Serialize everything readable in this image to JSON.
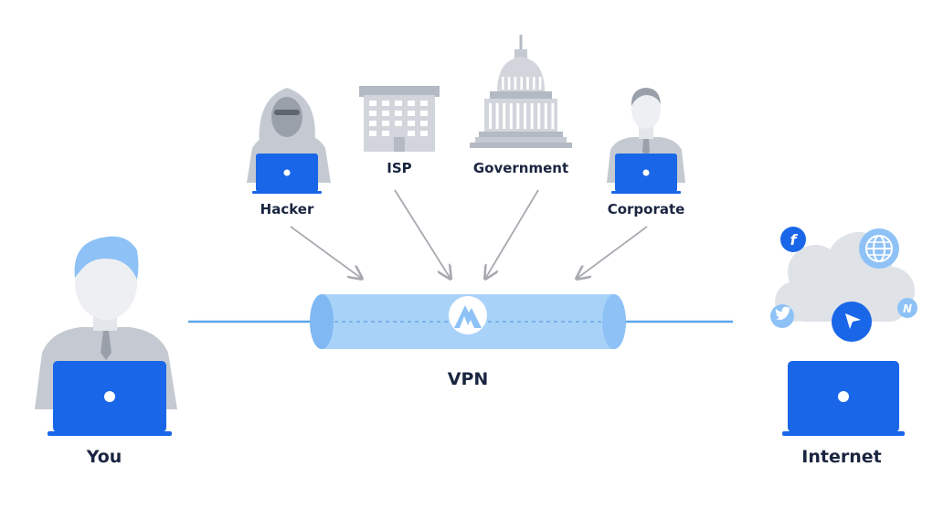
{
  "labels": {
    "you": "You",
    "internet": "Internet",
    "vpn": "VPN",
    "hacker": "Hacker",
    "isp": "ISP",
    "government": "Government",
    "corporate": "Corporate"
  },
  "icons": {
    "facebook": "f",
    "netflix": "N"
  },
  "colors": {
    "primary_blue": "#1a66e8",
    "light_blue": "#8ec2f6",
    "tunnel_blue": "#a9d2f8",
    "line_blue": "#5aa6ec",
    "label_text": "#1a2540",
    "gray": "#c5cad2",
    "gray_dark": "#9aa0aa",
    "arrow_gray": "#a8aab0",
    "cloud_gray": "#dfe3e8"
  }
}
